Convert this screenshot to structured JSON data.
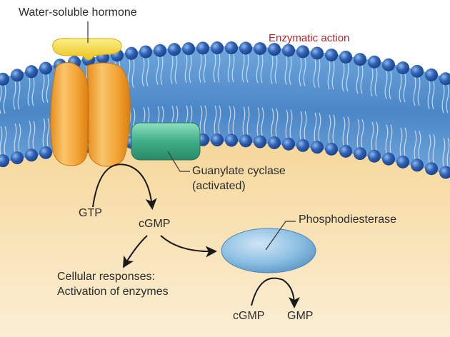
{
  "labels": {
    "hormone": "Water-soluble hormone",
    "enzymatic_action": "Enzymatic action",
    "guanylate_line1": "Guanylate cyclase",
    "guanylate_line2": "(activated)",
    "gtp": "GTP",
    "cgmp_center": "cGMP",
    "phosphodiesterase": "Phosphodiesterase",
    "cellular_line1": "Cellular responses:",
    "cellular_line2": "Activation of enzymes",
    "cgmp_bottom": "cGMP",
    "gmp": "GMP"
  },
  "colors": {
    "cytoplasm": "#f5d38f",
    "membrane_band": "#4f8bc9",
    "phospholipid_head": "#2f62b4",
    "receptor": "#f3a334",
    "hormone": "#f7dd3a",
    "guanylate_cyclase": "#3fae86",
    "phosphodiesterase": "#8ec0e3",
    "enzymatic_text": "#b5262b"
  }
}
